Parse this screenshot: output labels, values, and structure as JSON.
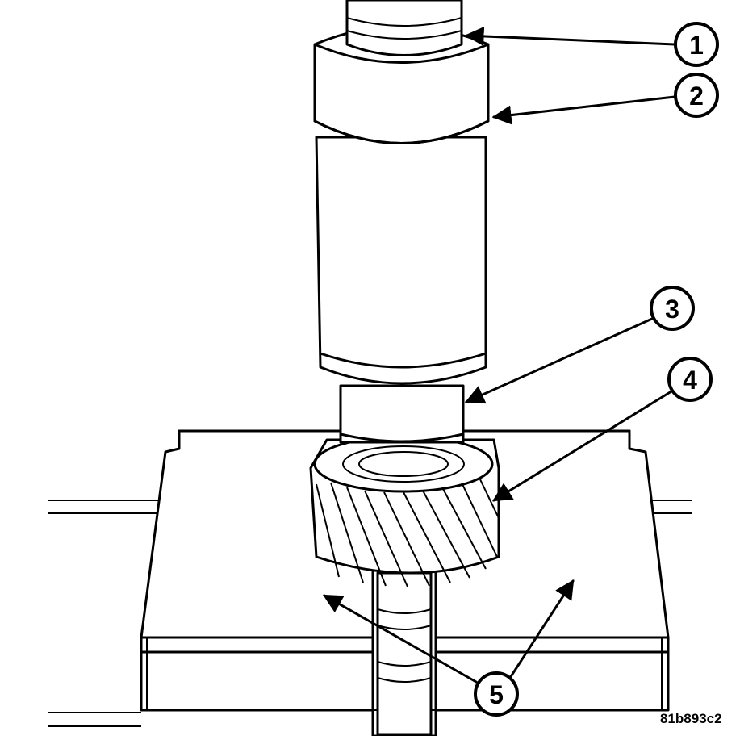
{
  "diagram": {
    "ref_code": "81b893c2",
    "callouts": [
      {
        "id": "1",
        "label": "1"
      },
      {
        "id": "2",
        "label": "2"
      },
      {
        "id": "3",
        "label": "3"
      },
      {
        "id": "4",
        "label": "4"
      },
      {
        "id": "5",
        "label": "5"
      }
    ]
  },
  "colors": {
    "ink": "#000000",
    "paper": "#ffffff"
  }
}
